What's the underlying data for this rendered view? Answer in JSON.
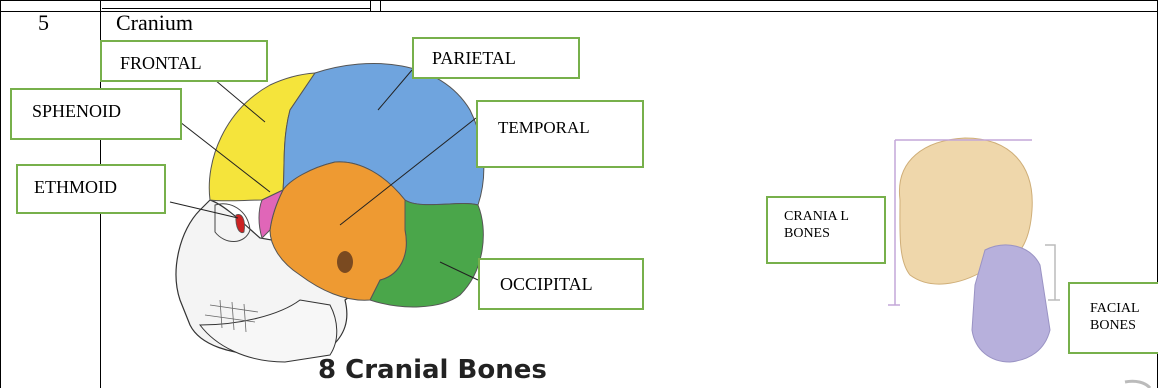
{
  "row": {
    "number": "5",
    "title": "Cranium"
  },
  "left_diagram": {
    "labels": {
      "frontal": "FRONTAL",
      "parietal": "PARIETAL",
      "sphenoid": "SPHENOID",
      "temporal": "TEMPORAL",
      "ethmoid": "ETHMOID",
      "occipital": "OCCIPITAL"
    },
    "caption": "8 Cranial Bones",
    "colors": {
      "frontal": "#f5e43b",
      "parietal": "#6fa4de",
      "sphenoid": "#e066b8",
      "temporal": "#ee9a32",
      "ethmoid": "#cc2222",
      "occipital": "#4aa64a",
      "label_border": "#77b04b"
    }
  },
  "right_diagram": {
    "labels": {
      "cranial_bones": "CRANIA L BONES",
      "facial_bones": "FACIAL BONES"
    }
  }
}
